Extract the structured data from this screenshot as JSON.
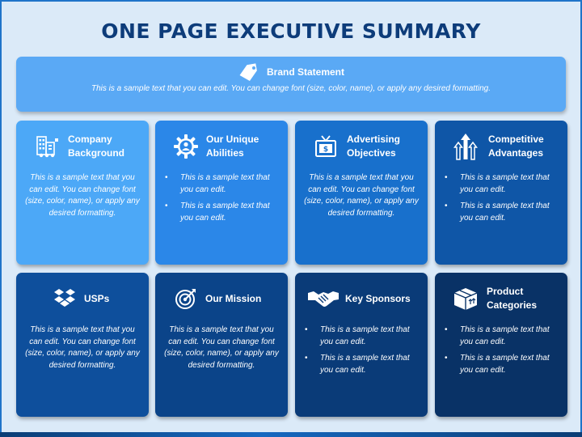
{
  "title": "ONE PAGE EXECUTIVE SUMMARY",
  "brand": {
    "title": "Brand Statement",
    "text": "This is a sample text that you can edit. You can change font (size, color, name), or apply any desired formatting.",
    "icon": "tag-icon"
  },
  "cards": [
    {
      "title_line1": "Company",
      "title_line2": "Background",
      "icon": "building-icon",
      "text": "This is a sample text that you can edit. You can change font (size, color, name), or apply any desired formatting."
    },
    {
      "title_line1": "Our Unique",
      "title_line2": "Abilities",
      "icon": "gear-user-icon",
      "bullets": [
        "This is a sample text that you can edit.",
        "This is a sample text that you can edit."
      ]
    },
    {
      "title_line1": "Advertising",
      "title_line2": "Objectives",
      "icon": "tv-icon",
      "text": "This is a sample text that you can edit. You can change font (size, color, name), or apply any desired formatting."
    },
    {
      "title_line1": "Competitive",
      "title_line2": "Advantages",
      "icon": "arrows-up-icon",
      "bullets": [
        "This is a sample text that you can edit.",
        "This is a sample text that you can edit."
      ]
    },
    {
      "title_line1": "USPs",
      "icon": "dropbox-icon",
      "text": "This is a sample text that you can edit. You can change font (size, color, name), or apply any desired formatting."
    },
    {
      "title_line1": "Our Mission",
      "icon": "target-icon",
      "text": "This is a sample text that you can edit. You can change font (size, color, name), or apply any desired formatting."
    },
    {
      "title_line1": "Key Sponsors",
      "icon": "handshake-icon",
      "bullets": [
        "This is a sample text that you can edit.",
        "This is a sample text that you can edit."
      ]
    },
    {
      "title_line1": "Product",
      "title_line2": "Categories",
      "icon": "box-icon",
      "bullets": [
        "This is a sample text that you can edit.",
        "This is a sample text that you can edit."
      ]
    }
  ],
  "bullet_glyph": "•",
  "colors": {
    "title": "#0d3c7a",
    "brand_bg": "#5aa9f5",
    "card_row1": [
      "#4ca8f7",
      "#2b87e8",
      "#1870cc",
      "#0f56a7"
    ],
    "card_row2": [
      "#0e4f9c",
      "#0b4489",
      "#0a3b78",
      "#093266"
    ]
  }
}
